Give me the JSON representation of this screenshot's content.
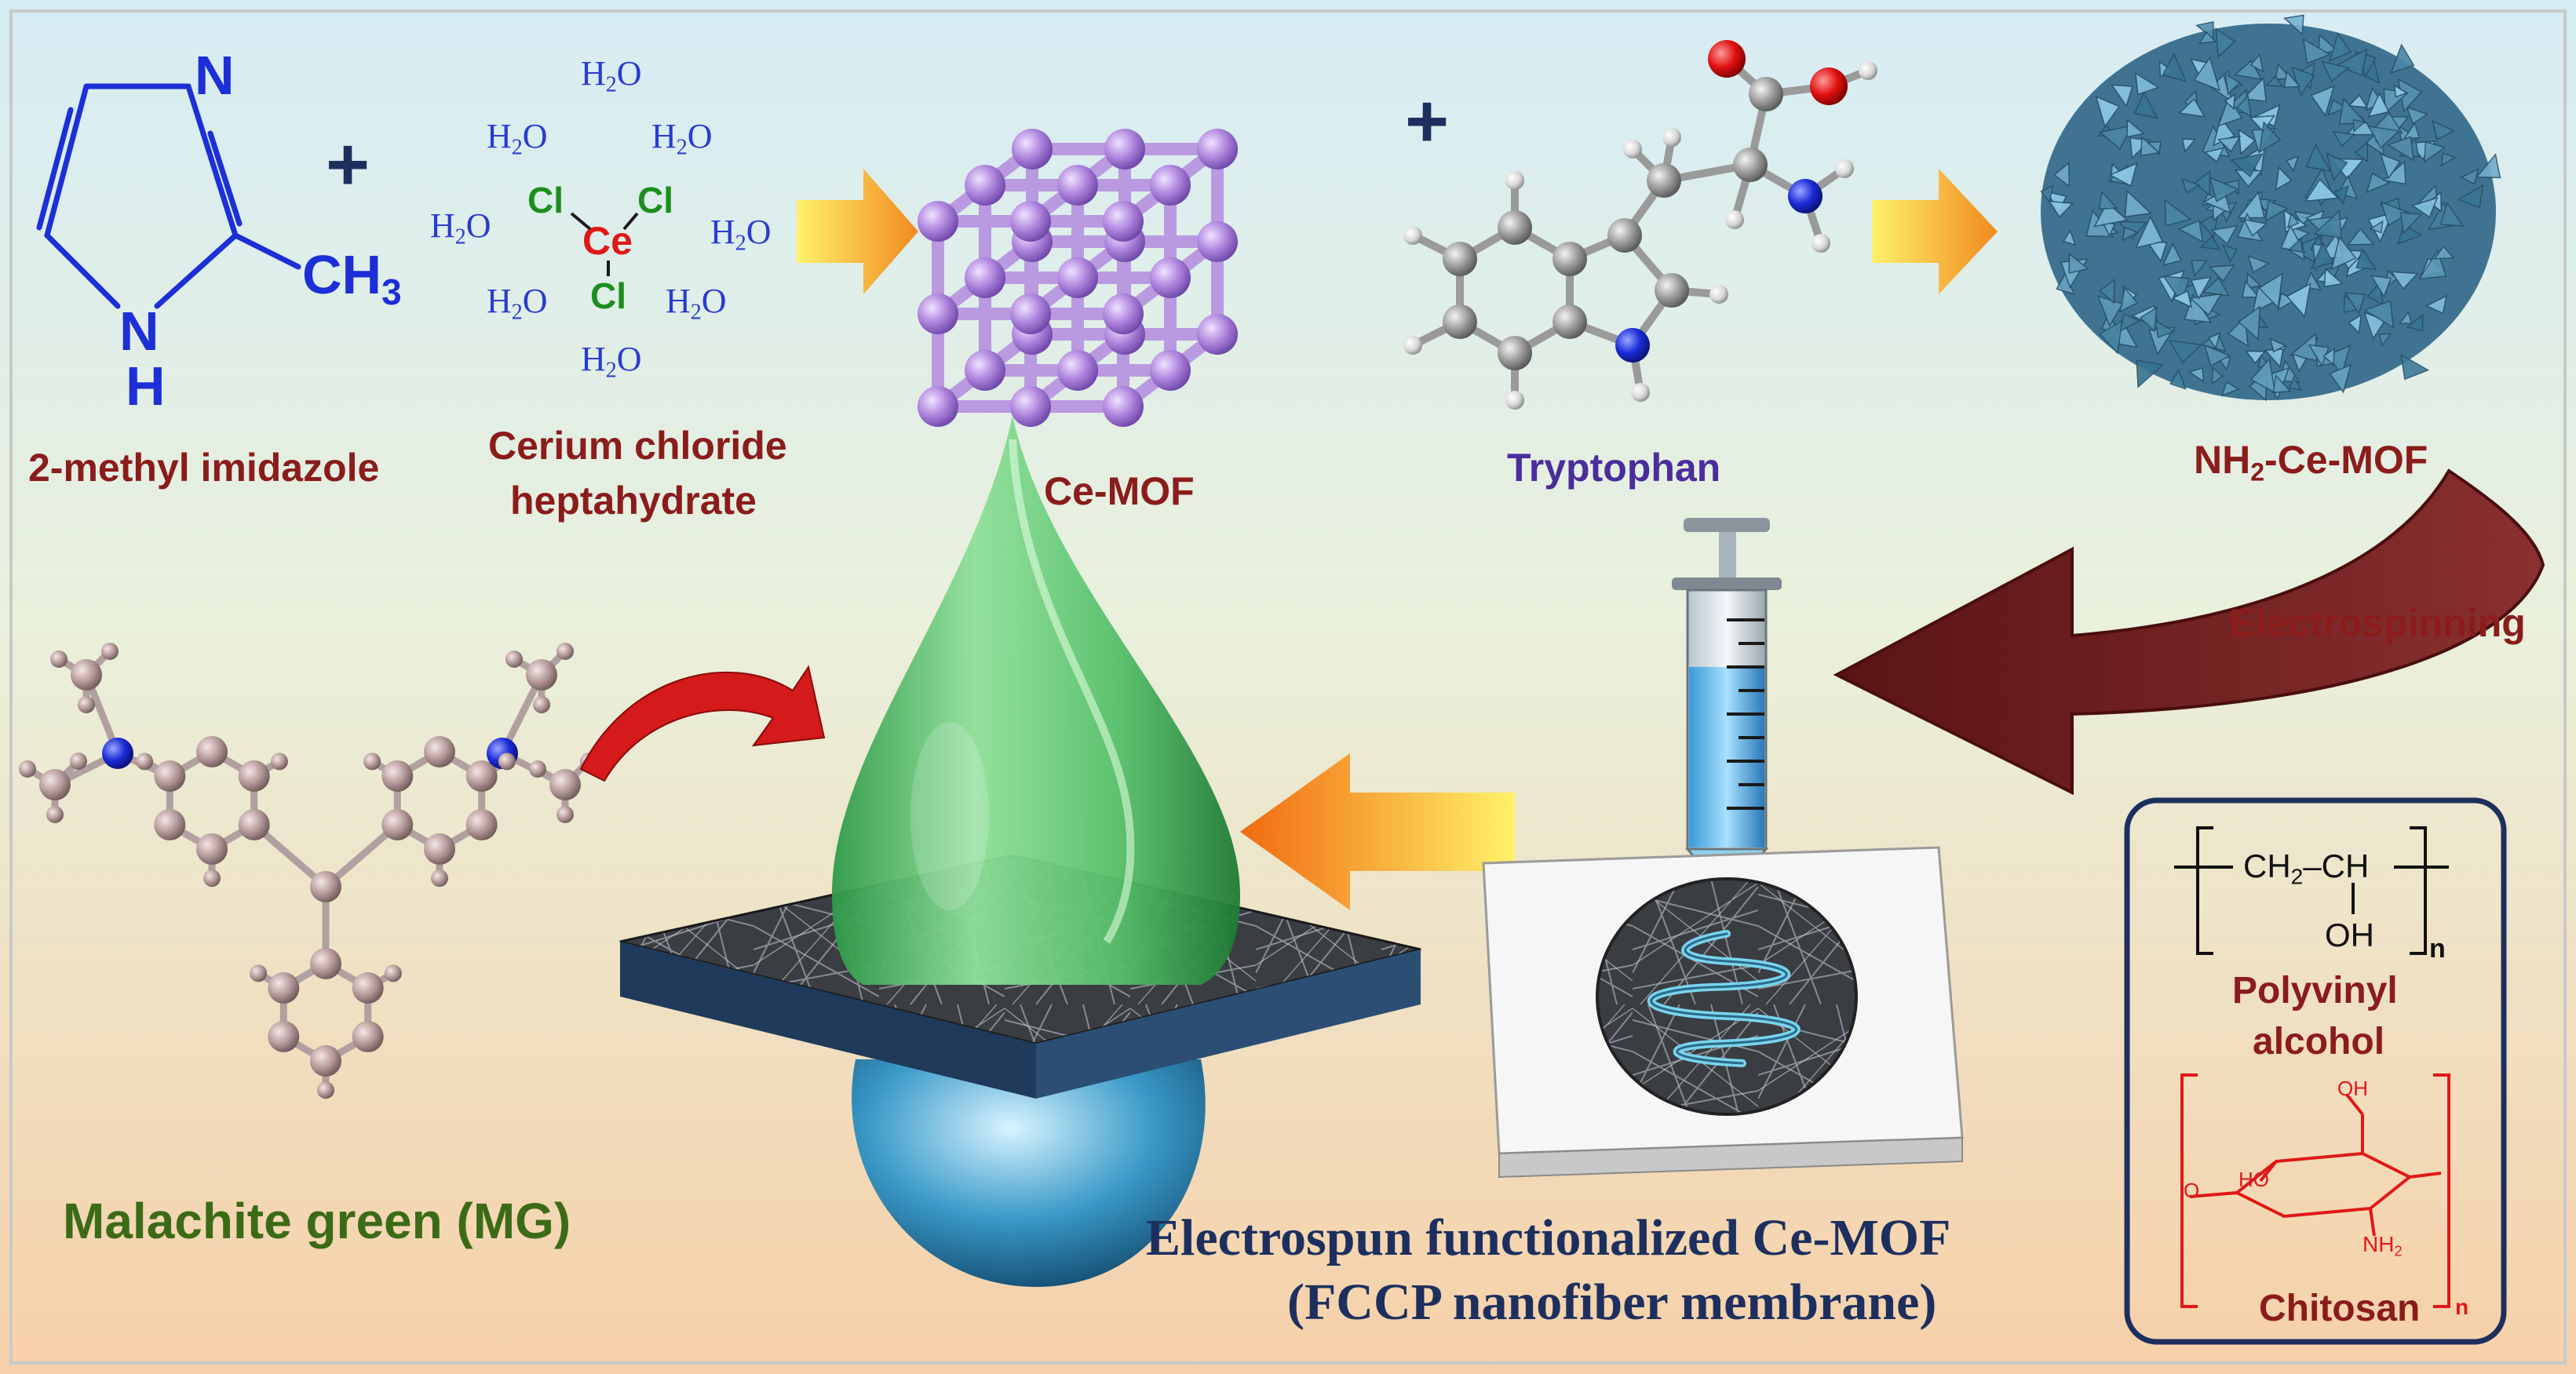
{
  "figure": {
    "labels": {
      "methyl_imidazole": "2-methyl imidazole",
      "cerium_chloride_line1": "Cerium chloride",
      "cerium_chloride_line2": "heptahydrate",
      "ce_mof": "Ce-MOF",
      "tryptophan": "Tryptophan",
      "nh2_ce_mof_prefix": "NH",
      "nh2_ce_mof_sub": "2",
      "nh2_ce_mof_suffix": "-Ce-MOF",
      "electrospinning": "Electrospinning",
      "malachite_green": "Malachite green (MG)",
      "title_line1": "Electrospun functionalized Ce-MOF",
      "title_line2": "(FCCP nanofiber membrane)",
      "polyvinyl_line1": "Polyvinyl",
      "polyvinyl_line2": "alcohol",
      "chitosan": "Chitosan"
    },
    "imidazole_atoms": {
      "n_top": "N",
      "n_bottom": "N",
      "h": "H",
      "ch3_base": "CH",
      "ch3_sub": "3"
    },
    "plus_signs": [
      "+",
      "+"
    ],
    "water": {
      "base": "H",
      "sub": "2",
      "tail": "O"
    },
    "cecl": {
      "ce": "Ce",
      "cl": "Cl"
    },
    "pva": {
      "formula_parts": [
        "CH",
        "2",
        "–CH"
      ],
      "oh": "OH",
      "n": "n"
    },
    "chitosan_struct": {
      "oh_top": "OH",
      "ho": "HO",
      "o": "O",
      "nh2_base": "NH",
      "nh2_sub": "2",
      "n": "n"
    },
    "colors": {
      "label_red": "#8b1c1c",
      "label_purple": "#4b2d9c",
      "label_green": "#3c6b17",
      "title_navy": "#1d2f5e",
      "mof_violet": "#a57fd6",
      "flower_blue": "#4d87a8",
      "drop_green": "#6fd07a",
      "arrow_dark_red": "#7a2222",
      "arrow_orange": "#f0a020"
    }
  }
}
